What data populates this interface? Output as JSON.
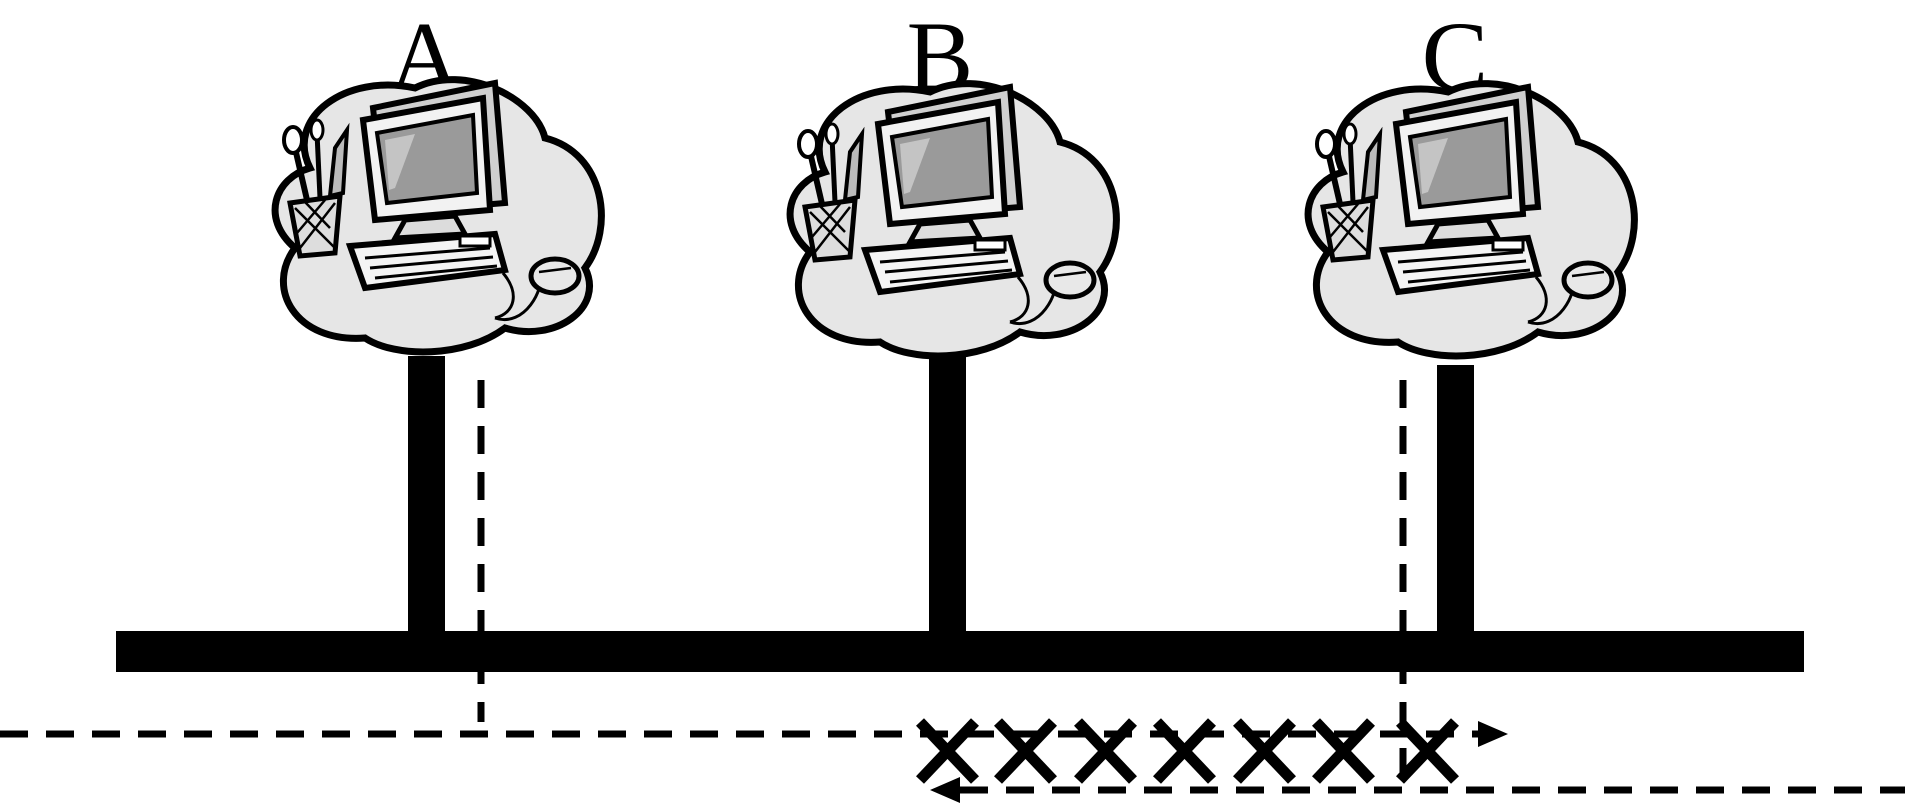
{
  "nodes": [
    {
      "id": "A",
      "label": "A"
    },
    {
      "id": "B",
      "label": "B"
    },
    {
      "id": "C",
      "label": "C"
    }
  ],
  "icons": {
    "computer": "computer-workstation-icon"
  },
  "colors": {
    "line": "#000000",
    "screen": "#9a9a9a",
    "cloud": "#e6e6e6",
    "background": "#ffffff"
  }
}
